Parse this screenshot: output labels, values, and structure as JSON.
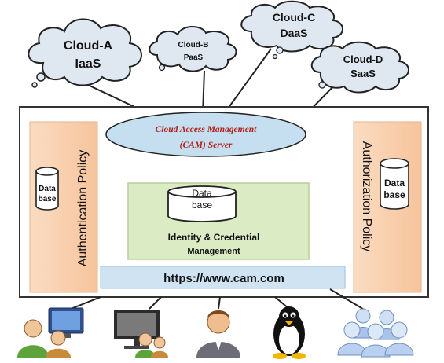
{
  "clouds": [
    {
      "line1": "Cloud-A",
      "line2": "IaaS"
    },
    {
      "line1": "Cloud-B",
      "line2": "PaaS"
    },
    {
      "line1": "Cloud-C",
      "line2": "DaaS"
    },
    {
      "line1": "Cloud-D",
      "line2": "SaaS"
    }
  ],
  "cam_server": {
    "line1": "Cloud Access Management",
    "line2": "(CAM) Server"
  },
  "authentication_policy": {
    "label": "Authentication Policy",
    "db_line1": "Data",
    "db_line2": "base"
  },
  "authorization_policy": {
    "label": "Authorization Policy",
    "db_line1": "Data",
    "db_line2": "base"
  },
  "identity_management": {
    "db_line1": "Data",
    "db_line2": "base",
    "line1": "Identity  &  Credential",
    "line2": "Management"
  },
  "url_bar": {
    "text": "https://www.cam.com"
  },
  "users": [
    "desktop-user-icon",
    "workstation-user-icon",
    "single-user-icon",
    "linux-penguin-icon",
    "user-group-icon"
  ],
  "colors": {
    "cloud_fill": "#dfe8f0",
    "cam_ellipse": "#c6dff0",
    "policy_panel": "#fad2b2",
    "identity_panel": "#dbecc4",
    "url_bar": "#cfe3f3",
    "cam_text": "#b0201b"
  }
}
